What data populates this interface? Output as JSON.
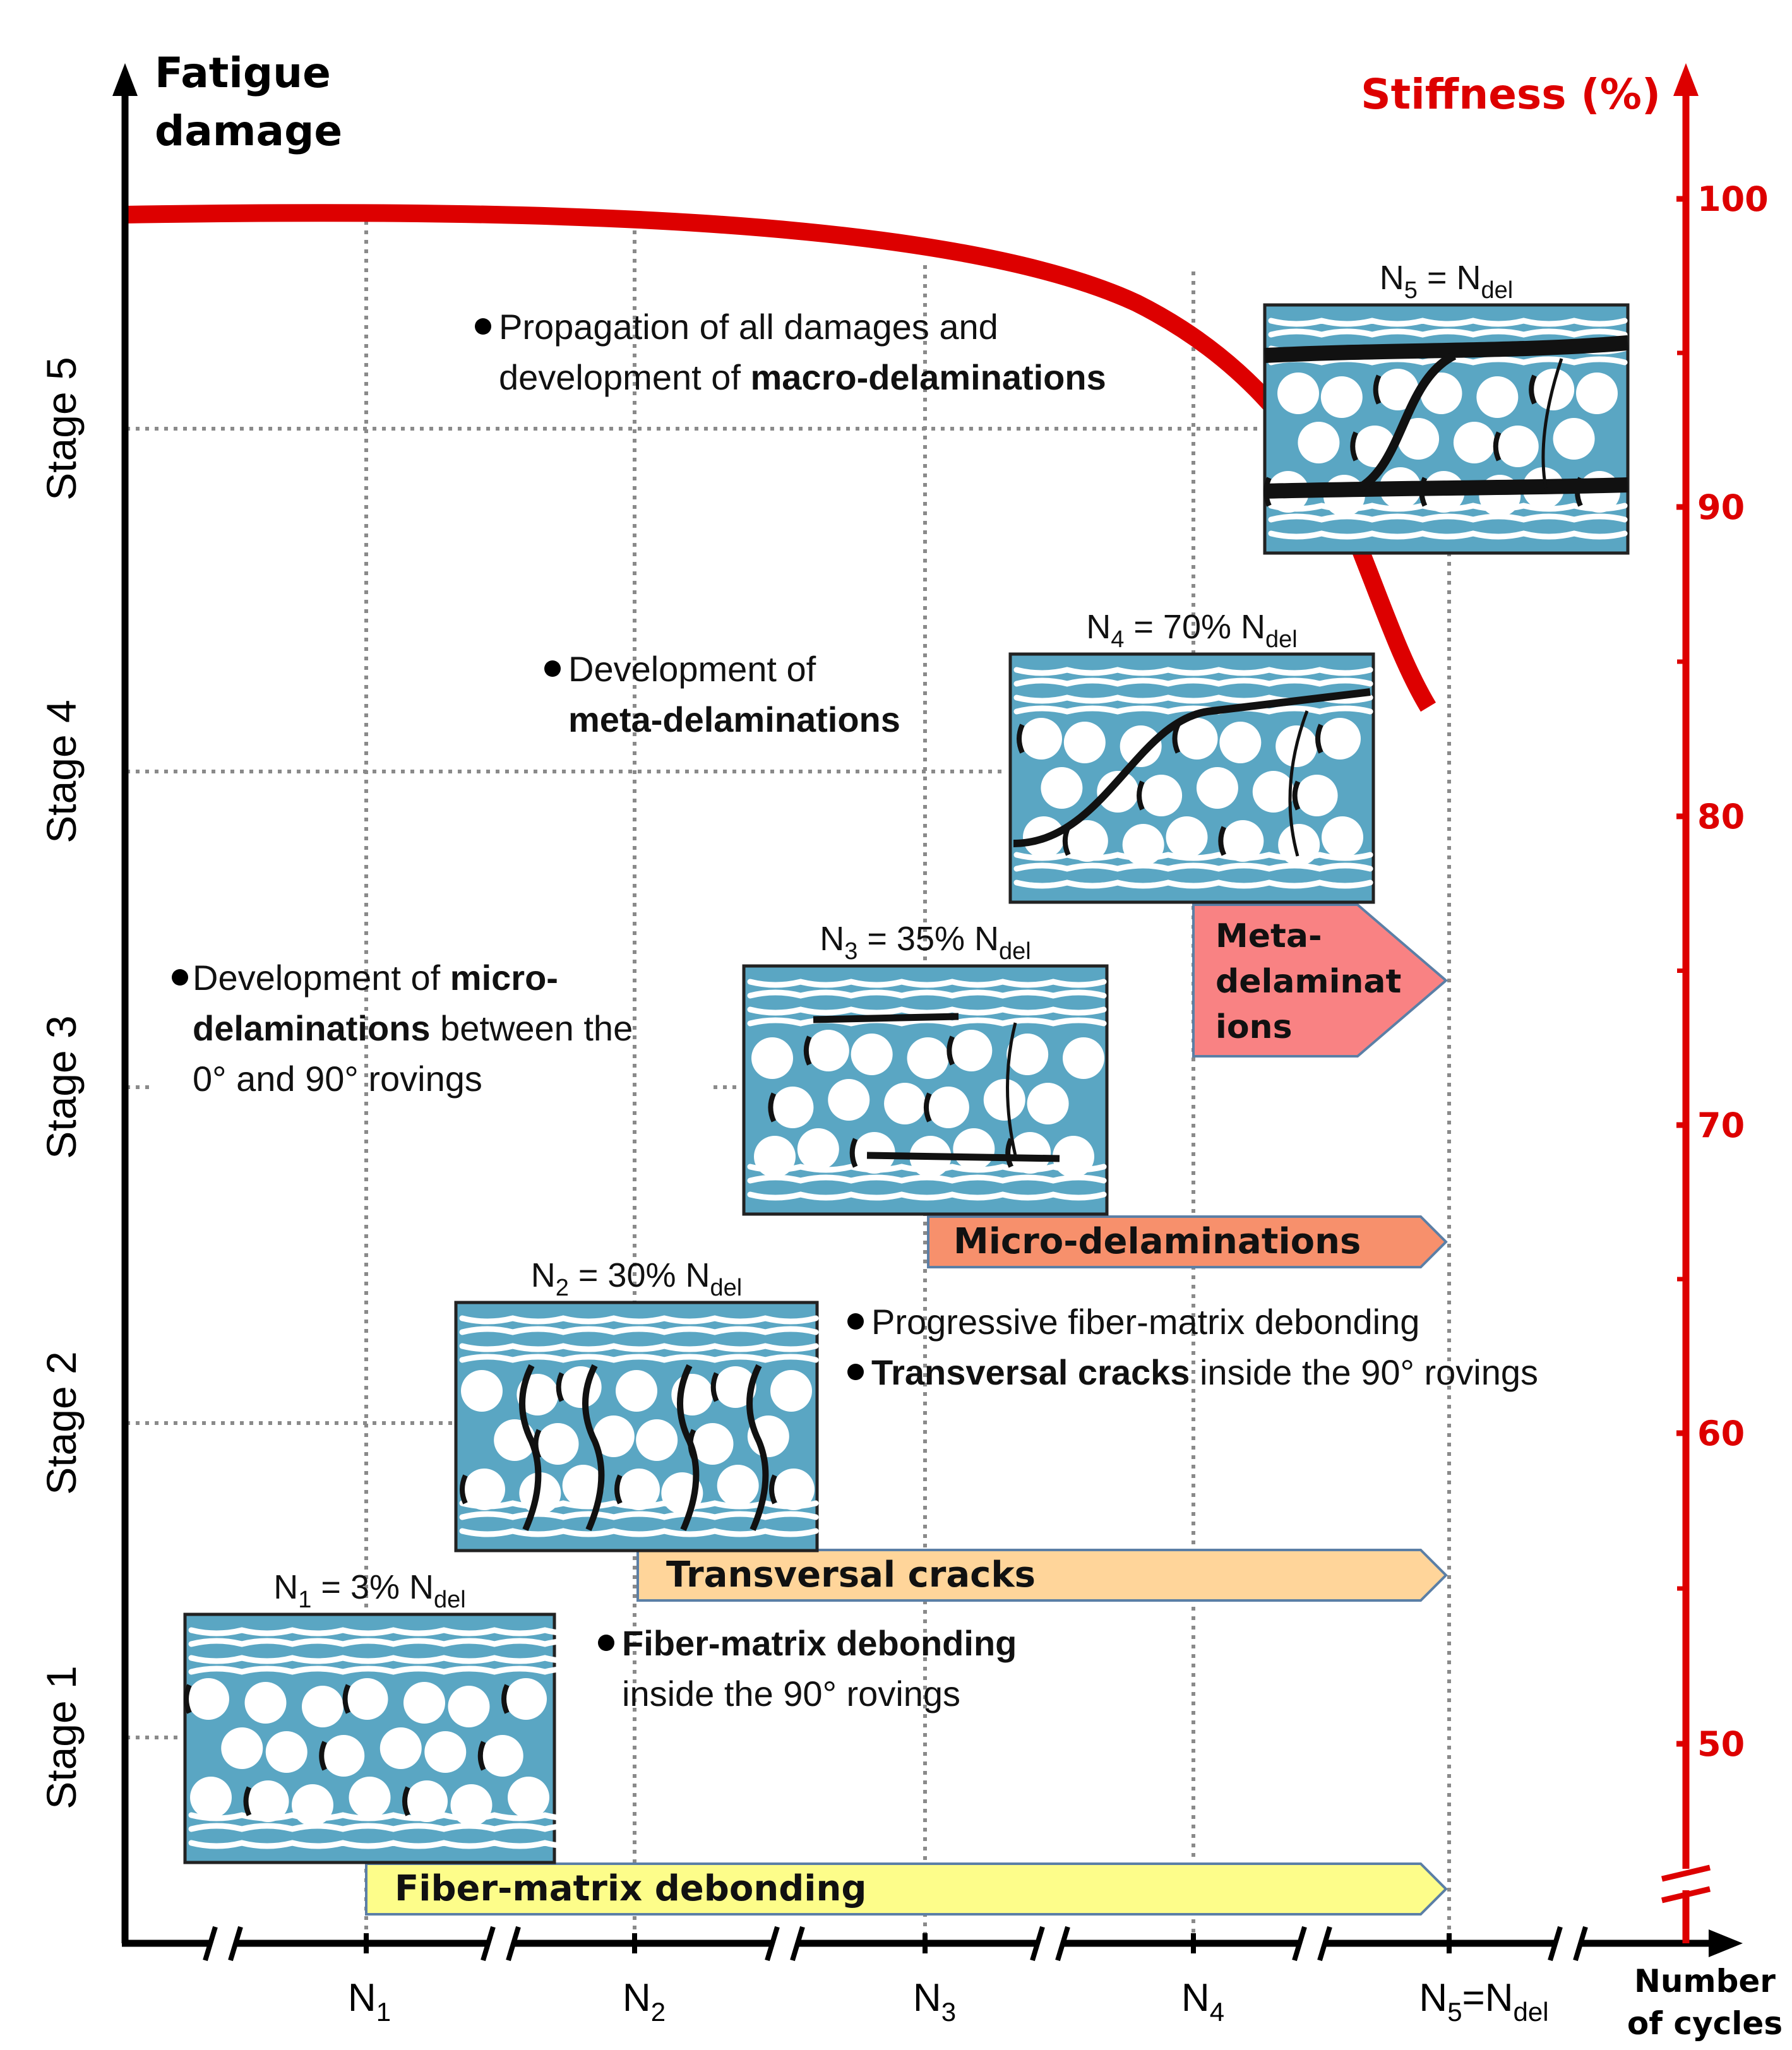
{
  "colors": {
    "axis": "#000000",
    "stiffness": "#dd0000",
    "matrix": "#5aa6c3",
    "fiber": "#ffffff",
    "crack": "#111111",
    "grid": "#8a8a8a",
    "arrow_stage1": "#fdfd8a",
    "arrow_stage2": "#ffd59a",
    "arrow_stage3": "#f7906c",
    "arrow_stage4": "#f98283",
    "arrow_border": "#5b7fa6"
  },
  "axes": {
    "left_title_line1": "Fatigue",
    "left_title_line2": "damage",
    "right_title": "Stiffness (%)",
    "right_ticks": [
      "100",
      "90",
      "80",
      "70",
      "60",
      "50"
    ],
    "x_title_line1": "Number",
    "x_title_line2": "of cycles",
    "x_ticks": [
      {
        "main": "N",
        "sub": "1",
        "tail": ""
      },
      {
        "main": "N",
        "sub": "2",
        "tail": ""
      },
      {
        "main": "N",
        "sub": "3",
        "tail": ""
      },
      {
        "main": "N",
        "sub": "4",
        "tail": ""
      },
      {
        "main": "N",
        "sub": "5",
        "tail": "=N",
        "tail_sub": "del"
      }
    ]
  },
  "stages": [
    "Stage 1",
    "Stage 2",
    "Stage 3",
    "Stage 4",
    "Stage 5"
  ],
  "specimens": [
    {
      "label_main": "N",
      "label_sub": "1",
      "label_mid": " = 3% N",
      "label_sub2": "del"
    },
    {
      "label_main": "N",
      "label_sub": "2",
      "label_mid": " = 30% N",
      "label_sub2": "del"
    },
    {
      "label_main": "N",
      "label_sub": "3",
      "label_mid": " = 35% N",
      "label_sub2": "del"
    },
    {
      "label_main": "N",
      "label_sub": "4",
      "label_mid": " = 70% N",
      "label_sub2": "del"
    },
    {
      "label_main": "N",
      "label_sub": "5",
      "label_mid": " =  N",
      "label_sub2": "del"
    }
  ],
  "descriptions": {
    "stage1": [
      [
        {
          "t": "Fiber-matrix debonding",
          "b": true
        }
      ],
      [
        {
          "t": "inside the 90° rovings",
          "b": false
        }
      ]
    ],
    "stage2": [
      [
        {
          "t": "Progressive fiber-matrix debonding",
          "b": false
        }
      ],
      [
        {
          "t": "Transversal cracks",
          "b": true
        },
        {
          "t": " inside the 90° rovings",
          "b": false
        }
      ]
    ],
    "stage3": [
      [
        {
          "t": "Development of ",
          "b": false
        },
        {
          "t": "micro-",
          "b": true
        }
      ],
      [
        {
          "t": "delaminations",
          "b": true
        },
        {
          "t": " between the",
          "b": false
        }
      ],
      [
        {
          "t": "0° and 90° rovings",
          "b": false
        }
      ]
    ],
    "stage4": [
      [
        {
          "t": "Development of",
          "b": false
        }
      ],
      [
        {
          "t": "meta-delaminations",
          "b": true
        }
      ]
    ],
    "stage5": [
      [
        {
          "t": "Propagation of all damages and",
          "b": false
        }
      ],
      [
        {
          "t": "development of ",
          "b": false
        },
        {
          "t": "macro-delaminations",
          "b": true
        }
      ]
    ]
  },
  "arrows": {
    "fiber_matrix": "Fiber-matrix debonding",
    "transversal": "Transversal cracks",
    "micro": "Micro-delaminations",
    "meta_lines": [
      "Meta-",
      "delaminat",
      "ions"
    ]
  }
}
